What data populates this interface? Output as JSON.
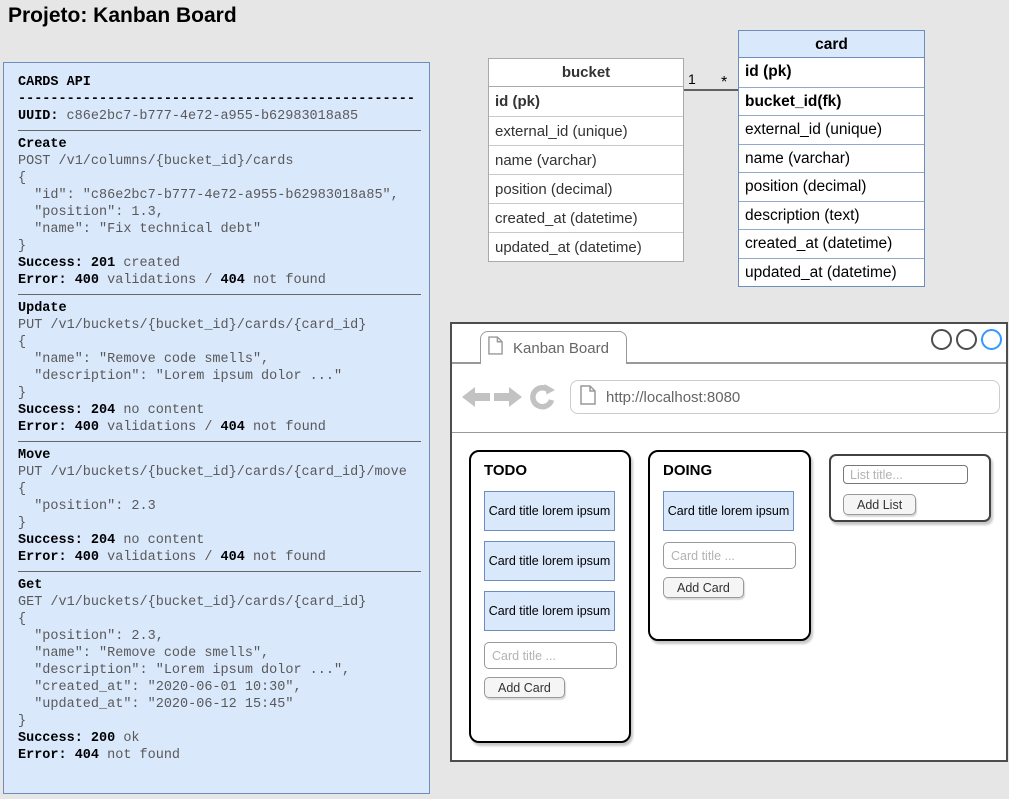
{
  "page": {
    "title": "Projeto: Kanban Board"
  },
  "colors": {
    "background": "#e6e6e6",
    "panel_fill": "#dae8fc",
    "panel_border": "#6c8ebf",
    "active_circle_blue": "#3399ff",
    "relation_line": "#616161"
  },
  "api_panel": {
    "title": "CARDS API",
    "divider": "-------------------------------------------------",
    "uuid_label": "UUID:",
    "uuid": "c86e2bc7-b777-4e72-a955-b62983018a85",
    "sections": [
      {
        "heading": "Create",
        "request": "POST /v1/columns/{bucket_id}/cards",
        "body": [
          "{",
          "  \"id\": \"c86e2bc7-b777-4e72-a955-b62983018a85\",",
          "  \"position\": 1.3,",
          "  \"name\": \"Fix technical debt\"",
          "}"
        ],
        "success": [
          {
            "t": "Success: 201",
            "b": true
          },
          {
            "t": " created",
            "b": false
          }
        ],
        "error": [
          {
            "t": "Error: 400",
            "b": true
          },
          {
            "t": " validations / ",
            "b": false
          },
          {
            "t": "404",
            "b": true
          },
          {
            "t": " not found",
            "b": false
          }
        ]
      },
      {
        "heading": "Update",
        "request": "PUT /v1/buckets/{bucket_id}/cards/{card_id}",
        "body": [
          "{",
          "  \"name\": \"Remove code smells\",",
          "  \"description\": \"Lorem ipsum dolor ...\"",
          "}"
        ],
        "success": [
          {
            "t": "Success: 204",
            "b": true
          },
          {
            "t": " no content",
            "b": false
          }
        ],
        "error": [
          {
            "t": "Error: 400",
            "b": true
          },
          {
            "t": " validations / ",
            "b": false
          },
          {
            "t": "404",
            "b": true
          },
          {
            "t": " not found",
            "b": false
          }
        ]
      },
      {
        "heading": "Move",
        "request": "PUT /v1/buckets/{bucket_id}/cards/{card_id}/move",
        "body": [
          "{",
          "  \"position\": 2.3",
          "}"
        ],
        "success": [
          {
            "t": "Success: 204",
            "b": true
          },
          {
            "t": " no content",
            "b": false
          }
        ],
        "error": [
          {
            "t": "Error: 400",
            "b": true
          },
          {
            "t": " validations / ",
            "b": false
          },
          {
            "t": "404",
            "b": true
          },
          {
            "t": " not found",
            "b": false
          }
        ]
      },
      {
        "heading": "Get",
        "request": "GET /v1/buckets/{bucket_id}/cards/{card_id}",
        "body": [
          "{",
          "  \"position\": 2.3,",
          "  \"name\": \"Remove code smells\",",
          "  \"description\": \"Lorem ipsum dolor ...\",",
          "  \"created_at\": \"2020-06-01 10:30\",",
          "  \"updated_at\": \"2020-06-12 15:45\"",
          "}"
        ],
        "success": [
          {
            "t": "Success: 200",
            "b": true
          },
          {
            "t": " ok",
            "b": false
          }
        ],
        "error": [
          {
            "t": "Error: 404",
            "b": true
          },
          {
            "t": " not found",
            "b": false
          }
        ]
      }
    ]
  },
  "erd": {
    "bucket": {
      "title": "bucket",
      "rows": [
        {
          "label": "id (pk)",
          "bold": true
        },
        {
          "label": "external_id (unique)",
          "bold": false
        },
        {
          "label": "name (varchar)",
          "bold": false
        },
        {
          "label": "position (decimal)",
          "bold": false
        },
        {
          "label": "created_at (datetime)",
          "bold": false
        },
        {
          "label": "updated_at (datetime)",
          "bold": false
        }
      ]
    },
    "card": {
      "title": "card",
      "rows": [
        {
          "label": "id (pk)",
          "bold": true
        },
        {
          "label": "bucket_id(fk)",
          "bold": true
        },
        {
          "label": "external_id (unique)",
          "bold": false
        },
        {
          "label": "name (varchar)",
          "bold": false
        },
        {
          "label": "position (decimal)",
          "bold": false
        },
        {
          "label": "description (text)",
          "bold": false
        },
        {
          "label": "created_at (datetime)",
          "bold": false
        },
        {
          "label": "updated_at (datetime)",
          "bold": false
        }
      ]
    },
    "relation": {
      "source_cardinality": "1",
      "target_cardinality": "*"
    }
  },
  "browser": {
    "tab_title": "Kanban Board",
    "url": "http://localhost:8080",
    "icons": {
      "tab_icon": "page",
      "url_icon": "page",
      "back": "arrow-left",
      "forward": "arrow-right",
      "refresh": "circular-arrow"
    },
    "board": {
      "columns": [
        {
          "title": "TODO",
          "cards": [
            "Card title lorem ipsum",
            "Card title lorem ipsum",
            "Card title lorem ipsum"
          ],
          "input_placeholder": "Card title ...",
          "button": "Add Card"
        },
        {
          "title": "DOING",
          "cards": [
            "Card title lorem ipsum"
          ],
          "input_placeholder": "Card title ...",
          "button": "Add Card"
        }
      ],
      "add_list": {
        "input_placeholder": "List title...",
        "button": "Add List"
      }
    }
  }
}
